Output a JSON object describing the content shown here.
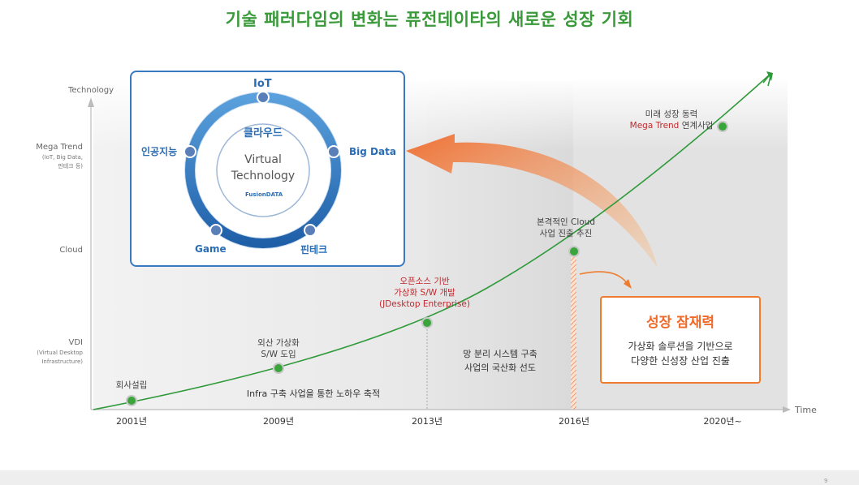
{
  "title": "기술 패러다임의 변화는 퓨전데이타의 새로운 성장 기회",
  "y_axis": {
    "title": "Technology",
    "levels": [
      {
        "label": "Mega Trend",
        "sub": [
          "(IoT, Big Data,",
          "핀테크 등)"
        ]
      },
      {
        "label": "Cloud",
        "sub": []
      },
      {
        "label": "VDI",
        "sub": [
          "(Virtual Desktop",
          "Infrastructure)"
        ]
      }
    ]
  },
  "x_axis": {
    "title": "Time",
    "ticks": [
      "2001년",
      "2009년",
      "2013년",
      "2016년",
      "2020년~"
    ]
  },
  "milestones": [
    {
      "year": "2001년",
      "lines": [
        "회사설립"
      ]
    },
    {
      "year": "2009년",
      "lines": [
        "외산 가상화",
        "S/W 도입"
      ]
    },
    {
      "year": "2013년",
      "lines": [
        "오픈소스 기반",
        "가상화 S/W 개발",
        "(JDesktop Enterprise)"
      ]
    },
    {
      "year": "2016년",
      "lines": [
        "본격적인 Cloud",
        "사업 진출 추진"
      ]
    },
    {
      "year": "2020년~",
      "lines": [
        "미래 성장 동력"
      ],
      "highlight": "Mega Trend",
      "suffix": " 연계사업"
    }
  ],
  "phases": [
    {
      "lines": [
        "Infra 구축 사업을 통한 노하우 축적"
      ]
    },
    {
      "lines": [
        "망 분리 시스템 구축",
        "사업의 국산화 선도"
      ]
    }
  ],
  "tech_ring": {
    "center_title": "클라우드",
    "center_main": [
      "Virtual",
      "Technology"
    ],
    "logo": "FusionDATA",
    "nodes": [
      "IoT",
      "Big Data",
      "핀테크",
      "Game",
      "인공지능"
    ]
  },
  "growth_box": {
    "title": "성장 잠재력",
    "lines": [
      "가상화 솔루션을 기반으로",
      "다양한 신성장 산업 진출"
    ]
  },
  "colors": {
    "title_green": "#3a9a3a",
    "curve_green": "#2f9a3a",
    "ring_blue": "#2a6db5",
    "accent_orange": "#ef7c2e",
    "highlight_red": "#c0282e"
  },
  "page_number": "9"
}
